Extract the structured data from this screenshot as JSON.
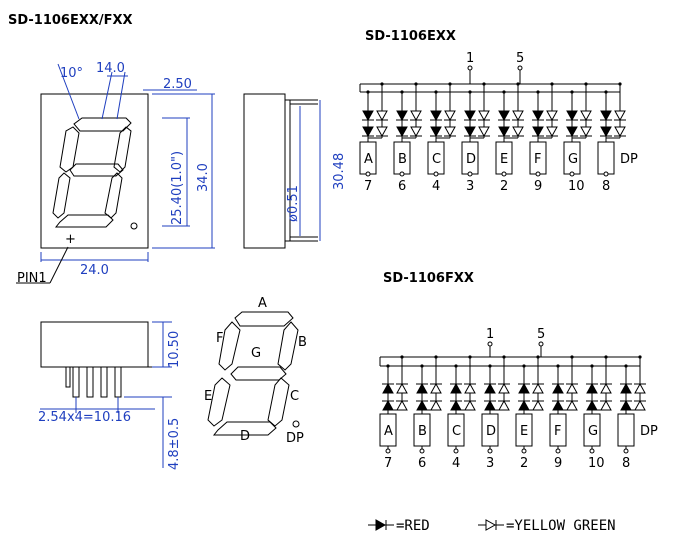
{
  "titles": {
    "main": "SD-1106EXX/FXX",
    "e_circuit": "SD-1106EXX",
    "f_circuit": "SD-1106FXX"
  },
  "front_dims": {
    "d1": "10°",
    "d2": "14.0",
    "d3": "2.50",
    "height_inner": "25.40(1.0\")",
    "height_outer": "34.0",
    "width": "24.0",
    "pin1": "PIN1"
  },
  "side_dims": {
    "pin_diam": "ø0.51",
    "length": "30.48"
  },
  "bottom_dims": {
    "pitch": "2.54x4=10.16",
    "thickness": "10.50",
    "pin_len": "4.8±0.5"
  },
  "segments": [
    "A",
    "B",
    "C",
    "D",
    "E",
    "F",
    "G",
    "DP"
  ],
  "e_circuit": {
    "common_pins": [
      "1",
      "5"
    ],
    "labels": [
      "A",
      "B",
      "C",
      "D",
      "E",
      "F",
      "G",
      "DP"
    ],
    "pins": [
      "7",
      "6",
      "4",
      "3",
      "2",
      "9",
      "10",
      "8"
    ]
  },
  "f_circuit": {
    "common_pins": [
      "1",
      "5"
    ],
    "labels": [
      "A",
      "B",
      "C",
      "D",
      "E",
      "F",
      "G",
      "DP"
    ],
    "pins": [
      "7",
      "6",
      "4",
      "3",
      "2",
      "9",
      "10",
      "8"
    ]
  },
  "legend": {
    "red": "=RED",
    "yellow_green": "=YELLOW GREEN"
  },
  "colors": {
    "dimension": "#1f3fbf",
    "line": "#000000"
  }
}
